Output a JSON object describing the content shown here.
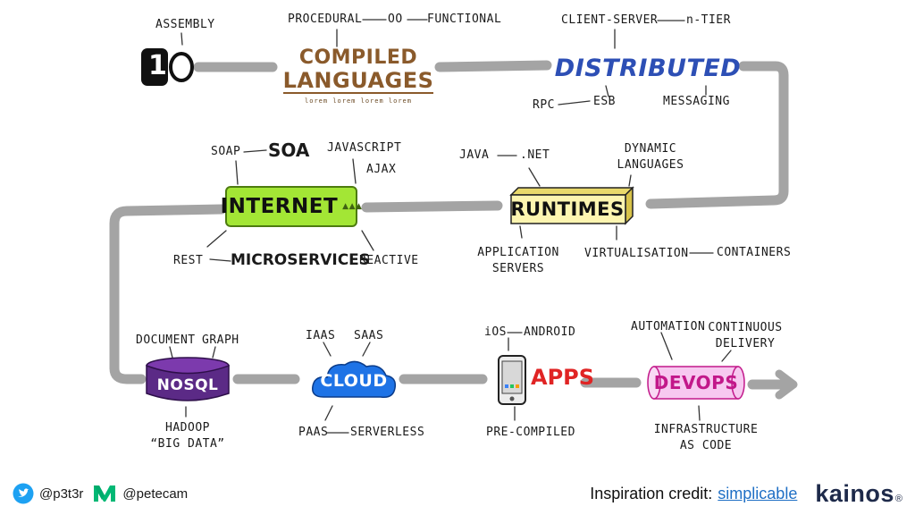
{
  "colors": {
    "connector": "#a4a4a4",
    "compiled": "#8a5a2b",
    "distributed": "#2d4fb5",
    "internet_fill": "#a3e635",
    "runtimes_fill": "#fdf5b0",
    "nosql_fill": "#5b2a86",
    "cloud_fill": "#1e73e6",
    "apps": "#e02424",
    "devops_fill": "#f7c8f0",
    "devops_text": "#c2188a",
    "twitter": "#1da1f2",
    "medium": "#02b875",
    "kainos_dark": "#1e2a4a",
    "kainos_green": "#3fb24f",
    "link": "#1f6fc5"
  },
  "icons": [
    "binary-one-icon",
    "stack-lines-icon",
    "server-icon",
    "cloud-icon",
    "phone-icon",
    "arrow-right-icon",
    "twitter-icon",
    "medium-icon"
  ],
  "nodes": {
    "io": "1 0",
    "compiled": [
      "COMPILED",
      "LANGUAGES"
    ],
    "compiled_sub": "lorem lorem lorem lorem",
    "distributed": "DISTRIBUTED",
    "internet": "INTERNET",
    "runtimes": "RUNTIMES",
    "nosql": "NOSQL",
    "cloud": "CLOUD",
    "apps": "APPS",
    "devops": "DEVOPS"
  },
  "labels": {
    "assembly": "ASSEMBLY",
    "procedural": "PROCEDURAL",
    "oo": "OO",
    "functional": "FUNCTIONAL",
    "client_server": "CLIENT-SERVER",
    "ntier": "n-TIER",
    "rpc": "RPC",
    "esb": "ESB",
    "messaging": "MESSAGING",
    "soap": "SOAP",
    "soa": "SOA",
    "javascript": "JAVASCRIPT",
    "ajax": "AJAX",
    "java": "JAVA",
    "dotnet": ".NET",
    "dynamic": [
      "DYNAMIC",
      "LANGUAGES"
    ],
    "rest": "REST",
    "microservices": "MICROSERVICES",
    "reactive": "REACTIVE",
    "app_servers": [
      "APPLICATION",
      "SERVERS"
    ],
    "virtualisation": "VIRTUALISATION",
    "containers": "CONTAINERS",
    "document": "DOCUMENT",
    "graph": "GRAPH",
    "iaas": "IAAS",
    "saas": "SAAS",
    "ios": "iOS",
    "android": "ANDROID",
    "automation": "AUTOMATION",
    "continuous": [
      "CONTINUOUS",
      "DELIVERY"
    ],
    "hadoop": [
      "HADOOP",
      "“BIG DATA”"
    ],
    "paas": "PAAS",
    "serverless": "SERVERLESS",
    "precompiled": "PRE-COMPILED",
    "infra": [
      "INFRASTRUCTURE",
      "AS CODE"
    ]
  },
  "footer": {
    "twitter_handle": "@p3t3r",
    "medium_handle": "@petecam",
    "credit_label": "Inspiration credit:",
    "credit_link": "simplicable",
    "brand": "kainos",
    "brand_mark": "®"
  }
}
